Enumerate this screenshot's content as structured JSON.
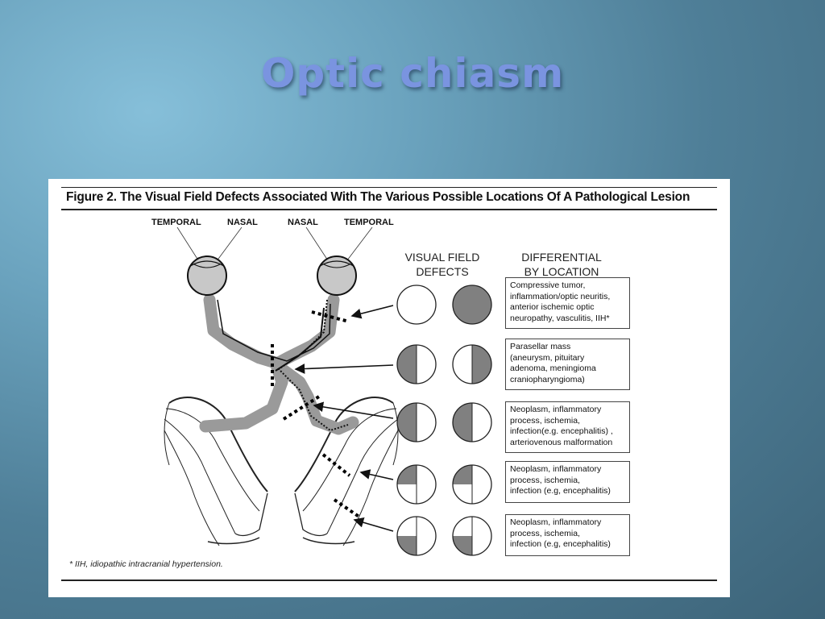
{
  "slide": {
    "title": "Optic chiasm"
  },
  "figure": {
    "caption": "Figure 2. The Visual Field Defects Associated With The Various Possible Locations Of A Pathological Lesion",
    "eye_labels": [
      "TEMPORAL",
      "NASAL",
      "NASAL",
      "TEMPORAL"
    ],
    "column_headers": {
      "visual_field_line1": "VISUAL FIELD",
      "visual_field_line2": "DEFECTS",
      "differential_line1": "DIFFERENTIAL",
      "differential_line2": "BY LOCATION"
    },
    "rows": [
      {
        "lesion_site": "optic nerve",
        "left_field": "full-blind-none",
        "right_field": "full",
        "differential": "Compressive tumor,\ninflammation/optic neuritis,\nanterior ischemic optic\nneuropathy, vasculitis, IIH*"
      },
      {
        "lesion_site": "optic chiasm",
        "left_field": "left-half",
        "right_field": "right-half",
        "differential": "Parasellar mass\n(aneurysm, pituitary\nadenoma, meningioma\ncraniopharyngioma)"
      },
      {
        "lesion_site": "optic tract",
        "left_field": "left-half",
        "right_field": "left-half",
        "differential": "Neoplasm, inflammatory\nprocess, ischemia,\ninfection(e.g. encephalitis) ,\narteriovenous malformation"
      },
      {
        "lesion_site": "upper radiations",
        "left_field": "upper-left-quadrant",
        "right_field": "upper-left-quadrant",
        "differential": "Neoplasm, inflammatory\nprocess, ischemia,\ninfection (e.g, encephalitis)"
      },
      {
        "lesion_site": "lower radiations",
        "left_field": "lower-left-quadrant",
        "right_field": "lower-left-quadrant",
        "differential": "Neoplasm, inflammatory\nprocess, ischemia,\ninfection (e.g, encephalitis)"
      }
    ],
    "footnote": "* IIH, idiopathic intracranial hypertension.",
    "colors": {
      "defect_fill": "#808080",
      "pathway_gray": "#9a9a9a",
      "title_color": "#7a94e0"
    }
  }
}
